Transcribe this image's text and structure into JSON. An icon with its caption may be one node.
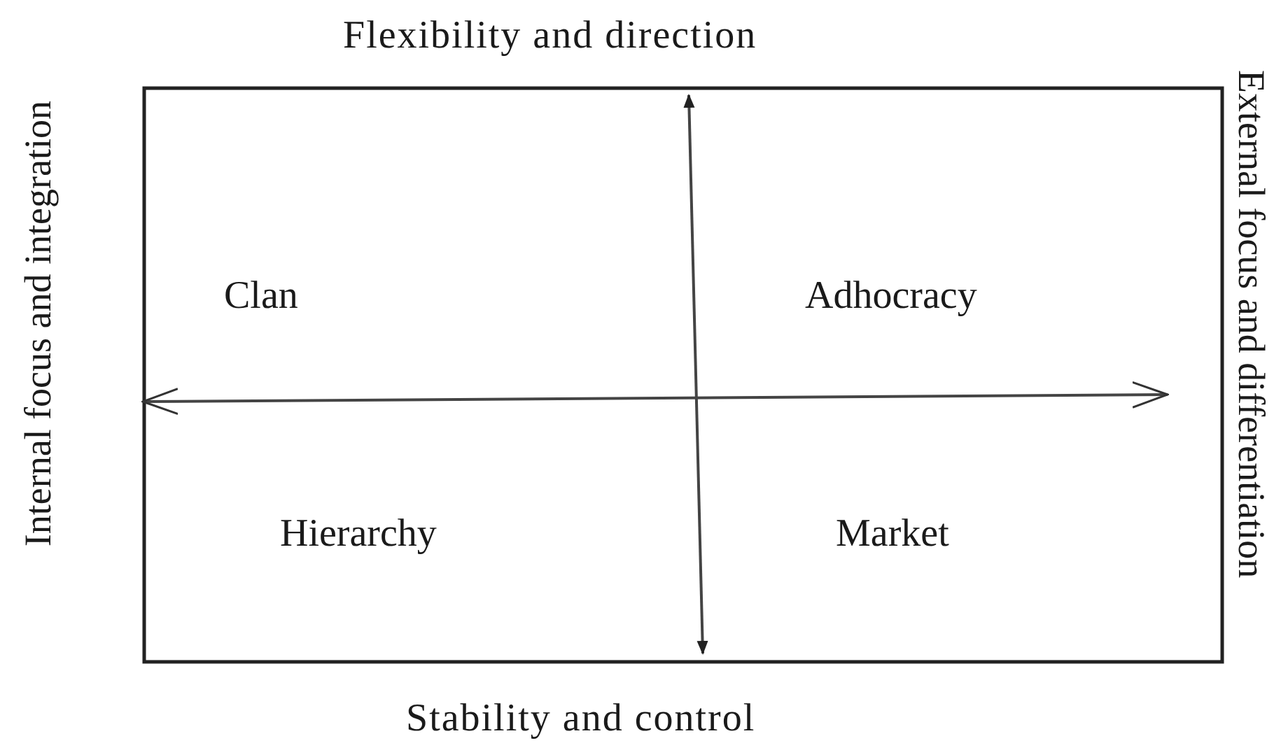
{
  "diagram": {
    "labels": [
      "Flexibility and direction",
      "Internal focus and integration",
      "Clan",
      "Adhocracy",
      "Hierarchy",
      "Market",
      "External focus and differentiation",
      "Stability and control"
    ]
  }
}
